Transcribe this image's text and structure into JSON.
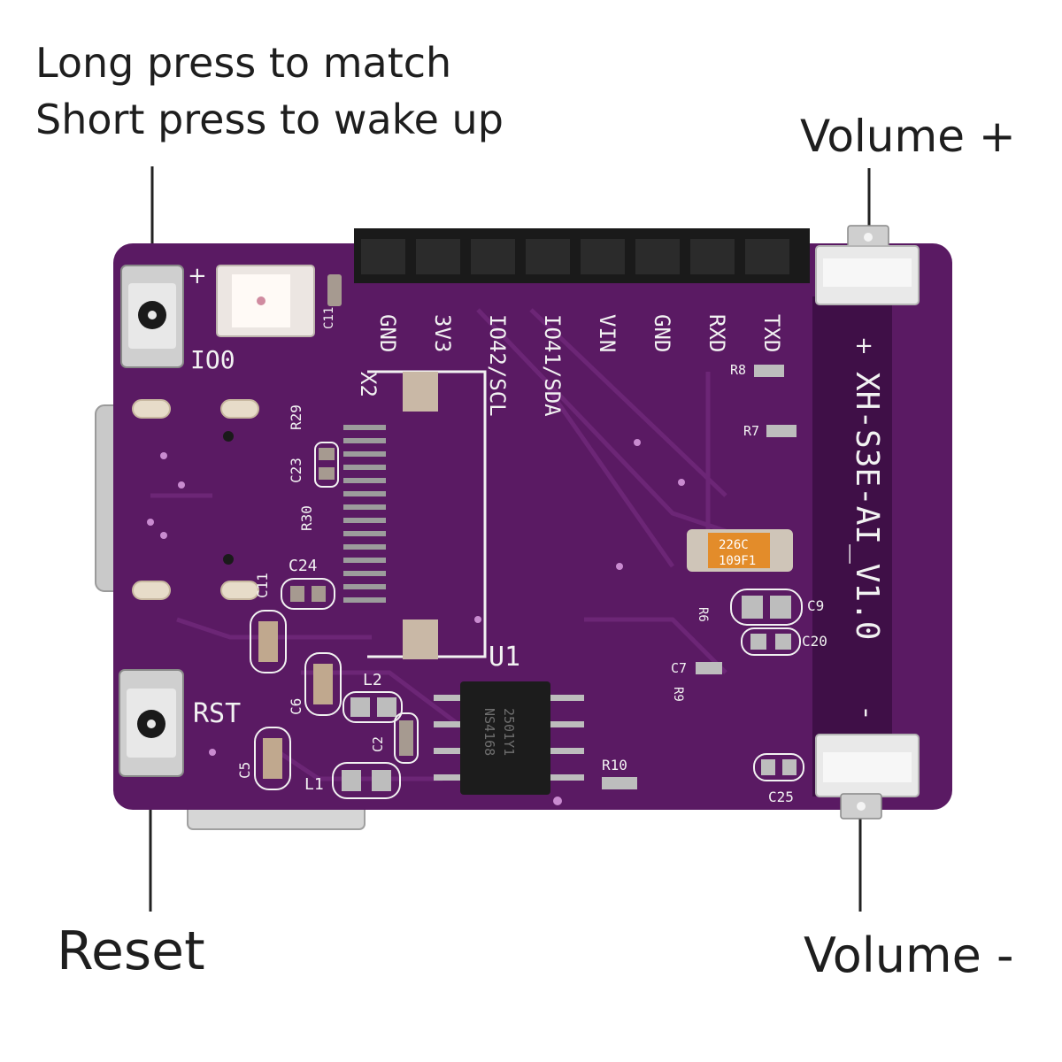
{
  "callouts": {
    "boot_line1": "Long press to match",
    "boot_line2": "Short press to wake up",
    "volume_up": "Volume +",
    "reset": "Reset",
    "volume_down": "Volume -"
  },
  "board": {
    "model": "XH-S3E-AI_V1.0",
    "button_labels": {
      "boot": "IO0",
      "reset": "RST",
      "plus": "+",
      "minus": "-"
    },
    "header_pins": [
      "GND",
      "3V3",
      "IO42/SCL",
      "IO41/SDA",
      "VIN",
      "GND",
      "RXD",
      "TXD"
    ],
    "designators": {
      "x2": "X2",
      "u1": "U1",
      "r29": "R29",
      "r30": "R30",
      "c23": "C23",
      "c24": "C24",
      "c11a": "C11",
      "c11b": "C11",
      "r8": "R8",
      "r7": "R7",
      "c9": "C9",
      "c20": "C20",
      "r6": "R6",
      "c7": "C7",
      "r9": "R9",
      "r10": "R10",
      "c25": "C25",
      "l2": "L2",
      "l1": "L1",
      "c6": "C6",
      "c5": "C5",
      "c2": "C2"
    },
    "tantalum_marking": [
      "226C",
      "109F1"
    ],
    "chip_marking": [
      "NS4168",
      "2501Y1"
    ]
  },
  "colors": {
    "pcb": "#5a1a63",
    "pcb_dark": "#4a1252",
    "silkscreen": "#f2f2f2",
    "header": "#1a1a1a",
    "leader": "#222222",
    "pad": "#d9cfc8"
  }
}
